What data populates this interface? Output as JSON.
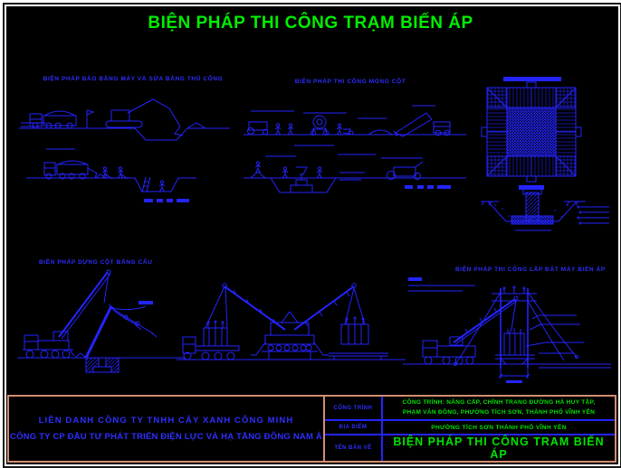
{
  "sheet": {
    "title": "BIỆN PHÁP THI CÔNG TRẠM BIẾN ÁP",
    "colors": {
      "title_green": "#00ef00",
      "line_blue": "#2424ff",
      "frame_salmon": "#d18d72",
      "canvas_black": "#000000"
    }
  },
  "drawings": {
    "excavation": {
      "title": "BIỆN PHÁP ĐÀO BẰNG MÁY VÀ SỬA BẰNG THỦ CÔNG"
    },
    "column_foundation": {
      "title": "BIỆN PHÁP THI CÔNG MÓNG CỘT"
    },
    "pole_erection": {
      "title": "BIỆN PHÁP DỰNG CỘT BẰNG CẨU"
    },
    "transformer_installation": {
      "title": "BIỆN PHÁP THI CÔNG LẮP ĐẶT MÁY BIẾN ÁP"
    }
  },
  "title_block": {
    "contractor_line1": "LIÊN DANH CÔNG TY TNHH CÂY XANH CÔNG MINH",
    "contractor_line2": "CÔNG TY CP ĐẦU TƯ PHÁT TRIỂN ĐIỆN LỰC VÀ HẠ TẦNG ĐÔNG NAM Á",
    "rows": [
      {
        "label": "CÔNG TRÌNH",
        "value_line1": "CÔNG TRÌNH: NÂNG CẤP, CHỈNH TRANG ĐƯỜNG HÀ HUY TẬP,",
        "value_line2": "PHẠM VĂN ĐỒNG, PHƯỜNG TÍCH SƠN, THÀNH PHỐ VĨNH YÊN"
      },
      {
        "label": "ĐỊA ĐIỂM",
        "value": "PHƯỜNG TÍCH SƠN THÀNH PHỐ VĨNH YÊN"
      },
      {
        "label": "TÊN BẢN VẼ",
        "value": "BIỆN PHÁP THI CÔNG TRAM BIẾN ÁP"
      }
    ]
  }
}
